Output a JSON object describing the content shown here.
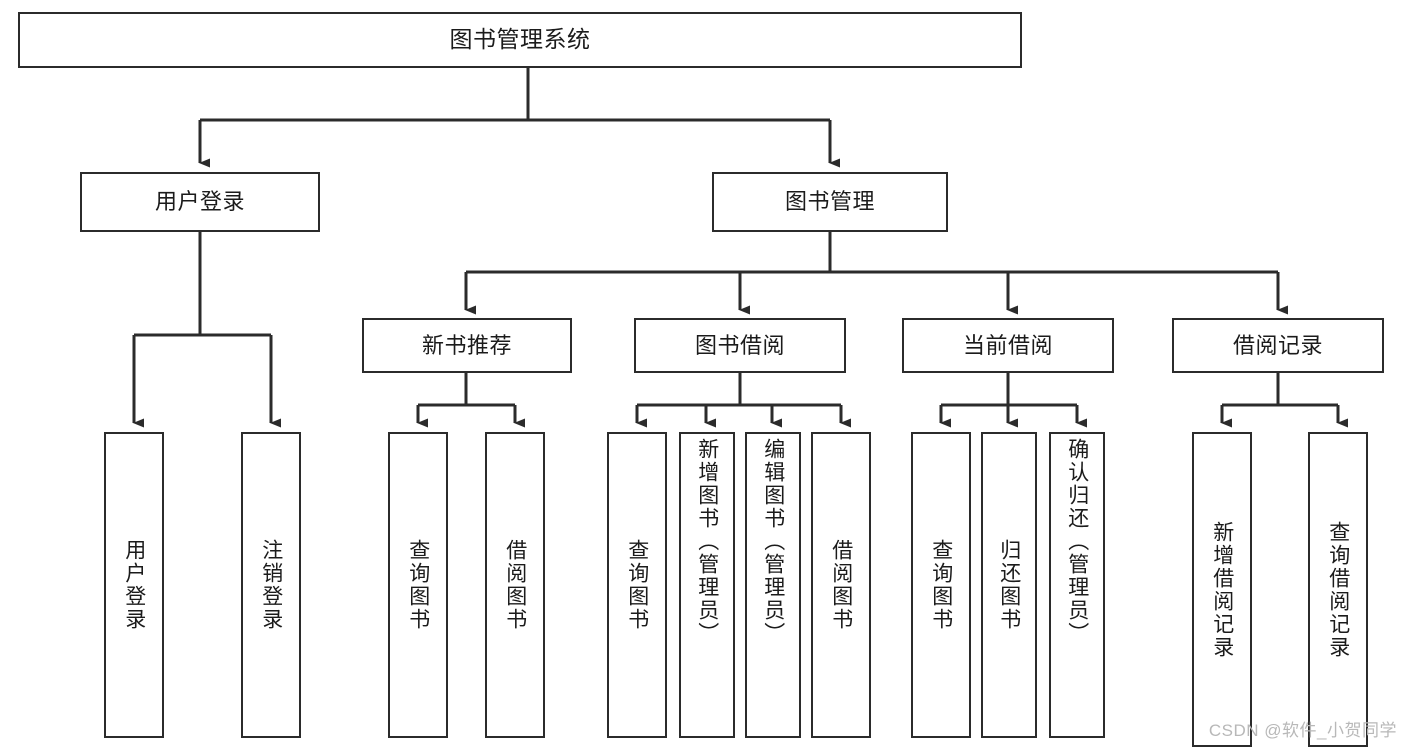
{
  "diagram": {
    "title": "图书管理系统",
    "type": "tree",
    "colors": {
      "box_border": "#2b2b2b",
      "box_fill": "#ffffff",
      "connector": "#2b2b2b",
      "text": "#1b1b1b",
      "watermark": "#b8b8b8",
      "background": "#ffffff"
    },
    "root": {
      "label": "图书管理系统"
    },
    "level2": [
      {
        "label": "用户登录"
      },
      {
        "label": "图书管理"
      }
    ],
    "level3": [
      {
        "label": "新书推荐"
      },
      {
        "label": "图书借阅"
      },
      {
        "label": "当前借阅"
      },
      {
        "label": "借阅记录"
      }
    ],
    "leaves": {
      "user_login": [
        {
          "label": "用户登录"
        },
        {
          "label": "注销登录"
        }
      ],
      "new_book_recommend": [
        {
          "label": "查询图书"
        },
        {
          "label": "借阅图书"
        }
      ],
      "book_borrow": [
        {
          "label": "查询图书"
        },
        {
          "label": "新增图书（管理员）"
        },
        {
          "label": "编辑图书（管理员）"
        },
        {
          "label": "借阅图书"
        }
      ],
      "current_borrow": [
        {
          "label": "查询图书"
        },
        {
          "label": "归还图书"
        },
        {
          "label": "确认归还（管理员）"
        }
      ],
      "borrow_record": [
        {
          "label": "新增借阅记录"
        },
        {
          "label": "查询借阅记录"
        }
      ]
    },
    "watermark": "CSDN @软件_小贺同学"
  }
}
